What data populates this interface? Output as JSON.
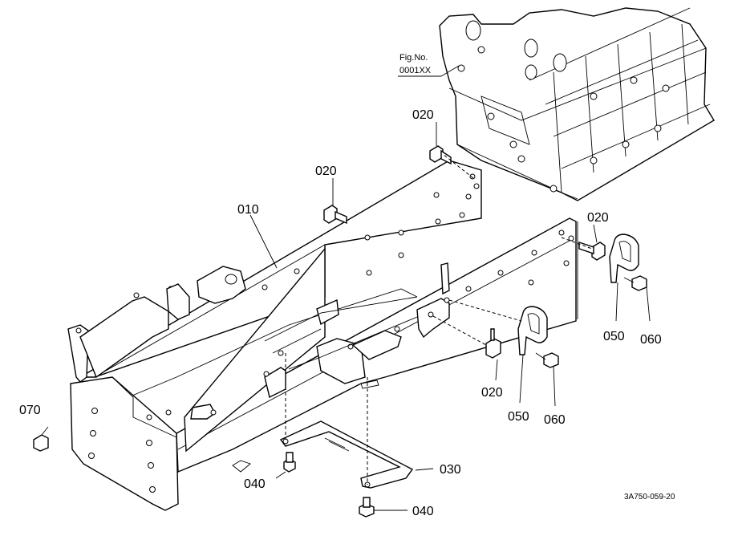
{
  "figure": {
    "fig_no_label": "Fig.No.",
    "fig_no_value": "0001XX",
    "drawing_code": "3A750-059-20"
  },
  "callouts": {
    "c010": "010",
    "c020_engine": "020",
    "c020_upper": "020",
    "c020_right": "020",
    "c020_lower": "020",
    "c030": "030",
    "c040_left": "040",
    "c040_bottom": "040",
    "c050_right": "050",
    "c050_center": "050",
    "c060_right": "060",
    "c060_center": "060",
    "c070": "070"
  }
}
